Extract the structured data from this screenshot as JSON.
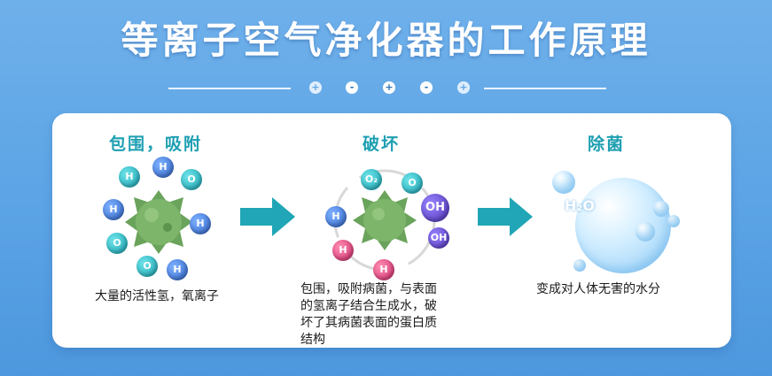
{
  "page": {
    "title": "等离子空气净化器的工作原理",
    "divider_symbols": [
      "+",
      "-",
      "+",
      "-",
      "+"
    ]
  },
  "stages": [
    {
      "title": "包围，吸附",
      "caption": [
        "大量的活性氢，氧离子"
      ]
    },
    {
      "title": "破坏",
      "caption": [
        "包围，吸附病菌，与表面",
        "的氢离子结合生成水，破",
        "坏了其病菌表面的蛋白质",
        "结构"
      ]
    },
    {
      "title": "除菌",
      "caption": [
        "变成对人体无害的水分"
      ]
    }
  ],
  "ion_labels": {
    "h": "H",
    "o": "O",
    "o2": "O₂",
    "oh": "OH",
    "water": "H₂O"
  },
  "colors": {
    "background": "#5ea6e6",
    "accent_teal": "#1e9fb2",
    "arrow": "#20a6b6",
    "virus_green": "#6aa35b"
  }
}
